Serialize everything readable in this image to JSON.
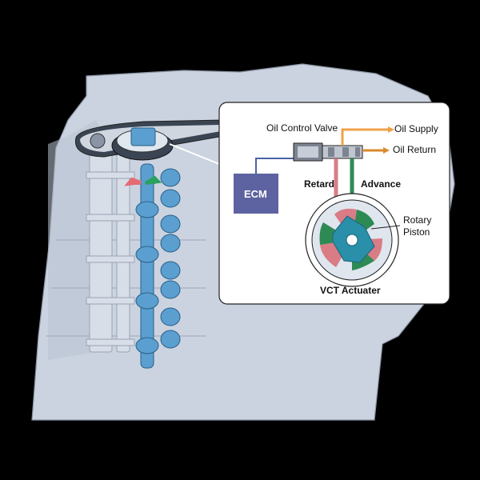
{
  "labels": {
    "oil_control_valve": "Oil Control Valve",
    "oil_supply": "Oil Supply",
    "oil_return": "Oil Return",
    "ecm": "ECM",
    "retard": "Retard",
    "advance": "Advance",
    "rotary_piston_line1": "Rotary",
    "rotary_piston_line2": "Piston",
    "vct_actuator": "VCT Actuater"
  },
  "colors": {
    "background": "#000000",
    "engine_body": "#cbd3e0",
    "engine_outline": "#8a93a3",
    "camshaft_blue": "#5b9fd0",
    "ecm_box": "#5d63a0",
    "wire": "#4a64a8",
    "oil_supply_line": "#f0a04a",
    "oil_return_line": "#d98a2e",
    "retard_line": "#d97c86",
    "advance_line": "#2e8a55",
    "actuator_teal": "#2a8fa8",
    "actuator_green": "#2e8a55",
    "actuator_pink": "#d97c86",
    "actuator_grey": "#dfe6ee"
  }
}
